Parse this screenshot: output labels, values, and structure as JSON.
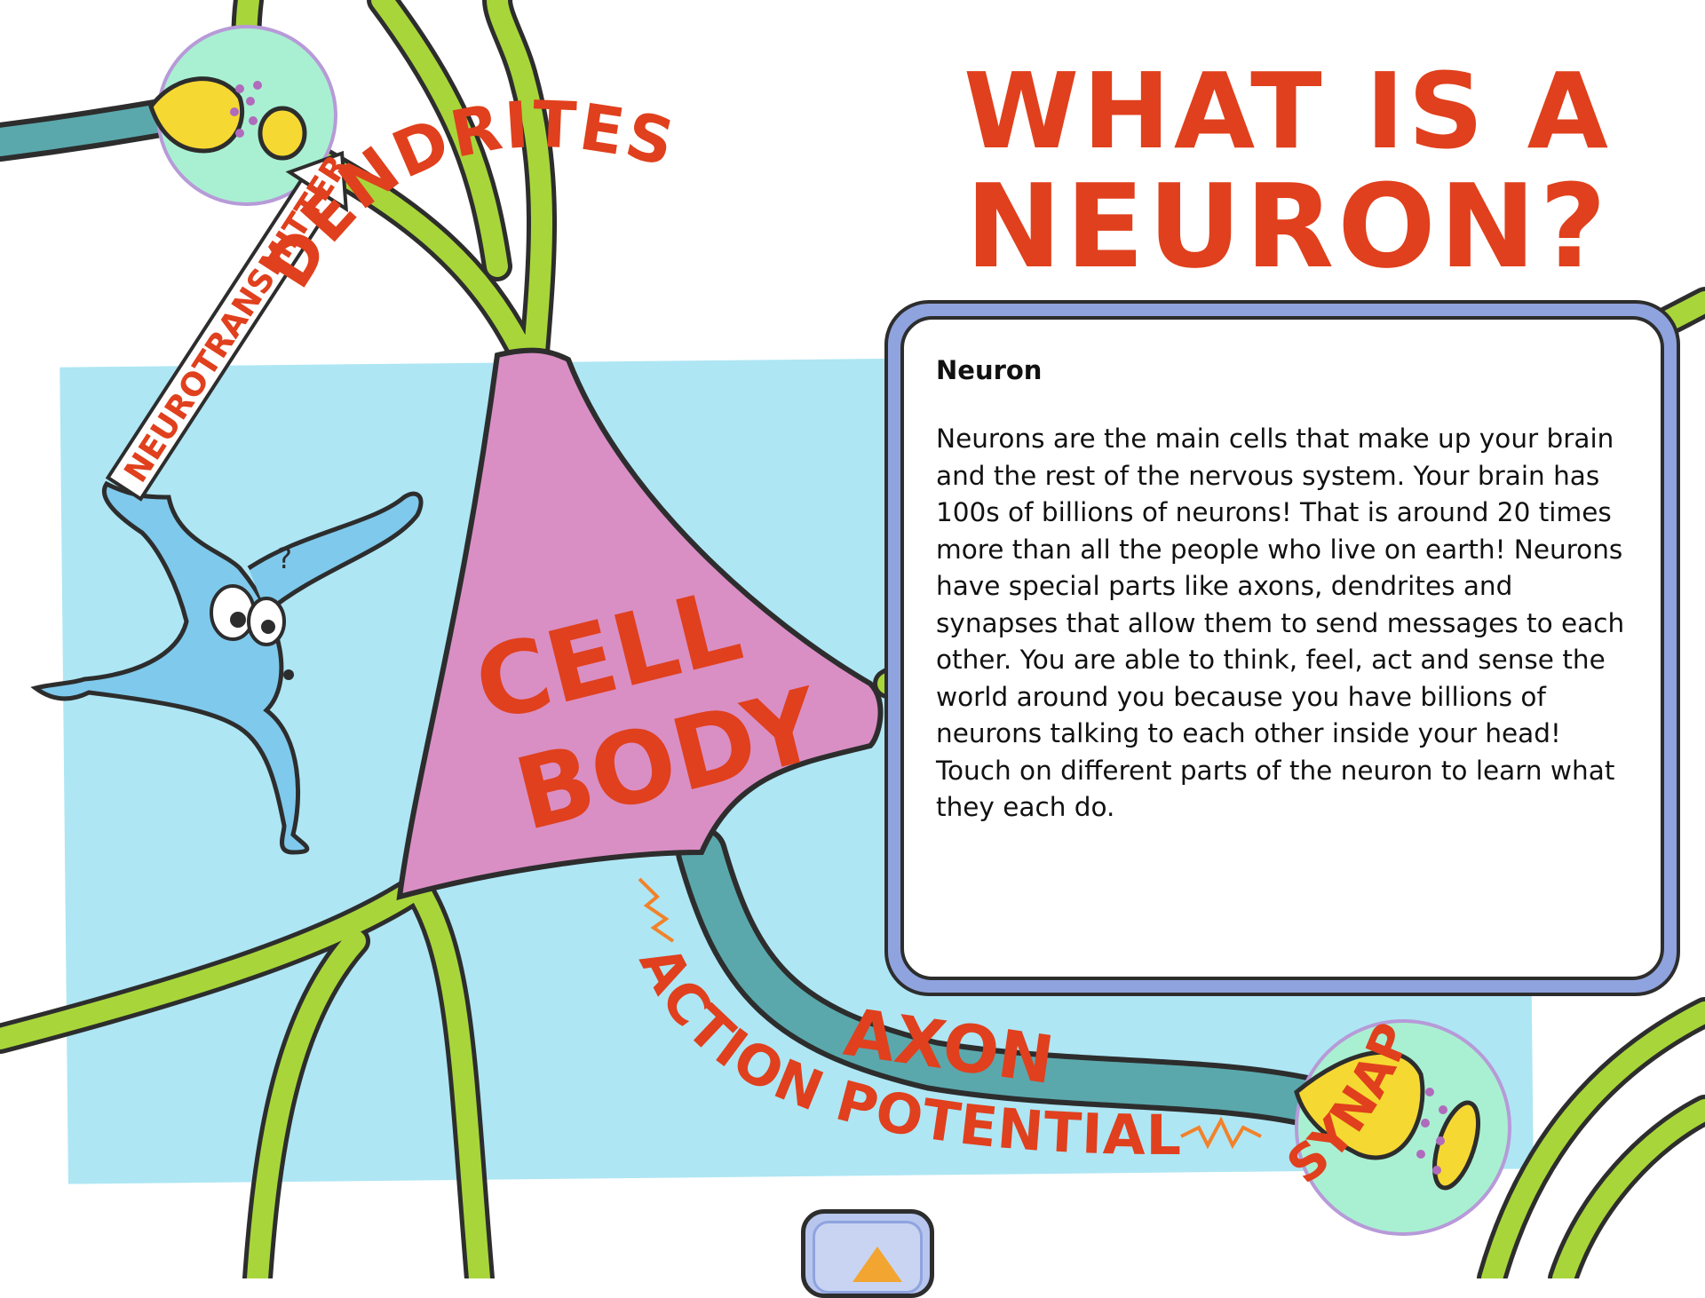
{
  "title": {
    "line1": "WHAT IS A",
    "line2": "NEURON?"
  },
  "labels": {
    "dendrites": "DENDRITES",
    "neurotransmitter": "NEUROTRANSMITTER",
    "cell_body_line1": "CELL",
    "cell_body_line2": "BODY",
    "axon": "AXON",
    "action_potential": "ACTION POTENTIAL",
    "synapse": "SYNAPSE"
  },
  "info_panel": {
    "heading": "Neuron",
    "body": "Neurons are the main cells that make up your brain and the rest of the nervous system. Your brain has 100s of billions of neurons! That is around 20 times more than all the people who live on earth! Neurons have special parts like axons, dendrites and synapses that allow them to send messages to each other. You are able to think, feel, act and sense the world around you because you have billions of neurons talking to each other inside your head! Touch on different parts of the neuron to learn what they each do."
  },
  "character": {
    "question_mark": "?"
  },
  "controls": {
    "up_button_icon": "up-arrow-icon"
  },
  "colors": {
    "title_red": "#e0401d",
    "background_blue": "#aee6f4",
    "cell_body_pink": "#d98fc4",
    "dendrite_green": "#a8d63a",
    "axon_teal": "#5aa8ac",
    "terminal_yellow": "#f6d832",
    "synapse_mint": "#a9f0d2",
    "panel_border": "#8fa3de",
    "character_blue": "#7fc9ec"
  }
}
